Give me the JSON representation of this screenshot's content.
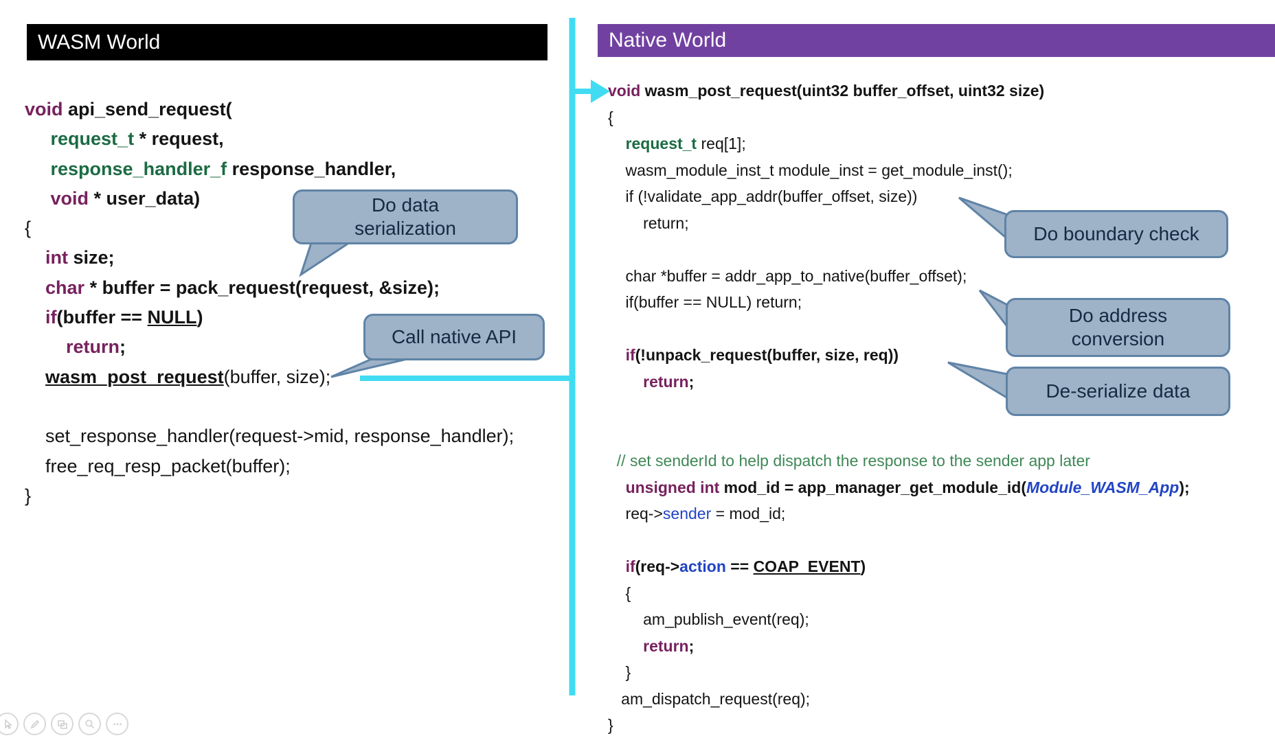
{
  "left_panel": {
    "header": "WASM World",
    "code": [
      [
        [
          "kw",
          "void"
        ],
        [
          "b",
          " api_send_request("
        ]
      ],
      [
        [
          "b",
          "     "
        ],
        [
          "type",
          "request_t"
        ],
        [
          "b",
          " * request,"
        ]
      ],
      [
        [
          "b",
          "     "
        ],
        [
          "type",
          "response_handler_f"
        ],
        [
          "b",
          " response_handler,"
        ]
      ],
      [
        [
          "b",
          "     "
        ],
        [
          "kw",
          "void"
        ],
        [
          "b",
          " * user_data)"
        ]
      ],
      [
        [
          "",
          "{"
        ]
      ],
      [
        [
          "b",
          "    "
        ],
        [
          "kw",
          "int"
        ],
        [
          "b",
          " size;"
        ]
      ],
      [
        [
          "b",
          "    "
        ],
        [
          "kw",
          "char"
        ],
        [
          "b",
          " * buffer = pack_request(request, &size);"
        ]
      ],
      [
        [
          "b",
          "    "
        ],
        [
          "kw",
          "if"
        ],
        [
          "b",
          "(buffer == "
        ],
        [
          "b ul",
          "NULL"
        ],
        [
          "b",
          ")"
        ]
      ],
      [
        [
          "b",
          "        "
        ],
        [
          "kw",
          "return"
        ],
        [
          "b",
          ";"
        ]
      ],
      [
        [
          "",
          "    "
        ],
        [
          "b ul",
          "wasm_post_request"
        ],
        [
          "",
          "(buffer, size);"
        ]
      ],
      [],
      [
        [
          "",
          "    set_response_handler(request->mid, response_handler);"
        ]
      ],
      [
        [
          "",
          "    free_req_resp_packet(buffer);"
        ]
      ],
      [
        [
          "",
          "}"
        ]
      ]
    ]
  },
  "right_panel": {
    "header": "Native World",
    "code": [
      [
        [
          "kw",
          "void"
        ],
        [
          "b",
          " wasm_post_request(uint32 buffer_offset, uint32 size)"
        ]
      ],
      [
        [
          "",
          "{"
        ]
      ],
      [
        [
          "",
          "    "
        ],
        [
          "type",
          "request_t"
        ],
        [
          "",
          " req[1];"
        ]
      ],
      [
        [
          "",
          "    wasm_module_inst_t module_inst = get_module_inst();"
        ]
      ],
      [
        [
          "",
          "    if (!validate_app_addr(buffer_offset, size))"
        ]
      ],
      [
        [
          "",
          "        return;"
        ]
      ],
      [],
      [
        [
          "",
          "    char *buffer = addr_app_to_native(buffer_offset);"
        ]
      ],
      [
        [
          "",
          "    if(buffer == NULL) return;"
        ]
      ],
      [],
      [
        [
          "b",
          "    "
        ],
        [
          "kw",
          "if"
        ],
        [
          "b",
          "(!unpack_request(buffer, size, req))"
        ]
      ],
      [
        [
          "b",
          "        "
        ],
        [
          "kw",
          "return"
        ],
        [
          "b",
          ";"
        ]
      ],
      [],
      [],
      [
        [
          "c",
          "  // set senderId to help dispatch the response to the sender app later"
        ]
      ],
      [
        [
          "b",
          "    "
        ],
        [
          "kw",
          "unsigned int"
        ],
        [
          "b",
          " mod_id = app_manager_get_module_id("
        ],
        [
          "blue b i",
          "Module_WASM_App"
        ],
        [
          "b",
          ");"
        ]
      ],
      [
        [
          "",
          "    req->"
        ],
        [
          "blue",
          "sender"
        ],
        [
          "",
          " = mod_id;"
        ]
      ],
      [],
      [
        [
          "b",
          "    "
        ],
        [
          "kw",
          "if"
        ],
        [
          "b",
          "(req->"
        ],
        [
          "blue b",
          "action"
        ],
        [
          "b",
          " == "
        ],
        [
          "b ul",
          "COAP_EVENT"
        ],
        [
          "b",
          ")"
        ]
      ],
      [
        [
          "",
          "    {"
        ]
      ],
      [
        [
          "",
          "        am_publish_event(req);"
        ]
      ],
      [
        [
          "b",
          "        "
        ],
        [
          "kw",
          "return"
        ],
        [
          "b",
          ";"
        ]
      ],
      [
        [
          "",
          "    }"
        ]
      ],
      [
        [
          "",
          "   am_dispatch_request(req);"
        ]
      ],
      [
        [
          "",
          "}"
        ]
      ]
    ]
  },
  "callouts": {
    "serialization": "Do data serialization",
    "call_native": "Call native API",
    "boundary": "Do boundary check",
    "address": "Do address conversion",
    "deserialize": "De-serialize data"
  },
  "controls": {
    "icons": [
      "pointer-arrow-icon",
      "pen-icon",
      "see-all-slides-icon",
      "zoom-icon",
      "more-options-icon"
    ]
  },
  "colors": {
    "wasm-header-bg": "#000000",
    "native-header-bg": "#7141A1",
    "header-text": "#FFFFFF",
    "code-color": "#141414",
    "keyword-color": "#77215D",
    "type-color": "#1B6B43",
    "comment-color": "#3F8757",
    "blue-color": "#2244C4",
    "bubble-bg": "#9EB2C8",
    "bubble-border": "#5F83A6",
    "bubble-text": "#152B42",
    "cyan": "#41DCF2"
  }
}
